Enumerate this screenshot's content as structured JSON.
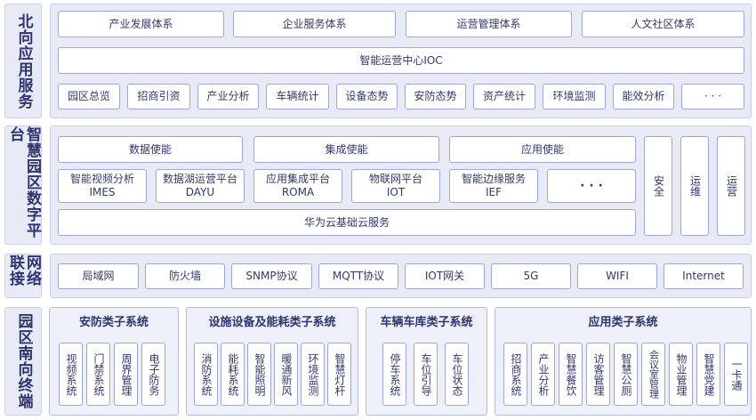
{
  "layers": {
    "north": {
      "label": "北向应用服务",
      "systems": [
        "产业发展体系",
        "企业服务体系",
        "运营管理体系",
        "人文社区体系"
      ],
      "ioc": "智能运营中心IOC",
      "apps": [
        "园区总览",
        "招商引资",
        "产业分析",
        "车辆统计",
        "设备态势",
        "安防态势",
        "资产统计",
        "环境监测",
        "能效分析",
        "· · ·"
      ]
    },
    "platform": {
      "label": "智慧园区数字平台",
      "enablers": [
        "数据使能",
        "集成使能",
        "应用使能"
      ],
      "platforms": [
        {
          "name": "智能视频分析",
          "code": "IMES"
        },
        {
          "name": "数据湖运营平台",
          "code": "DAYU"
        },
        {
          "name": "应用集成平台",
          "code": "ROMA"
        },
        {
          "name": "物联网平台",
          "code": "IOT"
        },
        {
          "name": "智能边缘服务",
          "code": "IEF"
        }
      ],
      "more": "· · ·",
      "base": "华为云基础云服务",
      "side": [
        "安全",
        "运维",
        "运营"
      ]
    },
    "network": {
      "label": "网络联接",
      "items": [
        "局域网",
        "防火墙",
        "SNMP协议",
        "MQTT协议",
        "IOT网关",
        "5G",
        "WIFI",
        "Internet"
      ]
    },
    "south": {
      "label": "园区南向终端",
      "groups": [
        {
          "title": "安防类子系统",
          "items": [
            "视频系统",
            "门禁系统",
            "周界管理",
            "电子防务"
          ]
        },
        {
          "title": "设施设备及能耗类子系统",
          "items": [
            "消防系统",
            "能耗系统",
            "智能照明",
            "暖通新风",
            "环境监测",
            "智慧灯杆"
          ]
        },
        {
          "title": "车辆车库类子系统",
          "items": [
            "停车系统",
            "车位引导",
            "车位状态"
          ]
        },
        {
          "title": "应用类子系统",
          "items": [
            "招商系统",
            "产业分析",
            "智慧餐饮",
            "访客管理",
            "智慧公厕",
            "会议室管理",
            "物业管理",
            "智慧党建",
            "一卡通"
          ]
        }
      ]
    }
  }
}
